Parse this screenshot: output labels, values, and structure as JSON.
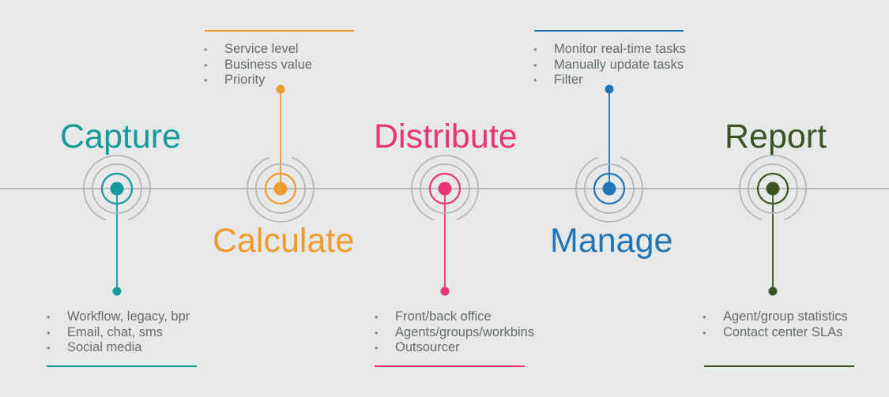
{
  "colors": {
    "background": "#e7e8e8",
    "timeline": "#a8aaac",
    "ring": "#b3b5b7",
    "text": "#666a6d",
    "capture": "#159a9c",
    "calculate": "#ef9a2c",
    "distribute": "#e83577",
    "manage": "#2274b4",
    "report": "#3a5424"
  },
  "stages": [
    {
      "key": "capture",
      "title": "Capture",
      "color": "#159a9c",
      "bullets": [
        "Workflow, legacy, bpr",
        "Email, chat, sms",
        "Social media"
      ]
    },
    {
      "key": "calculate",
      "title": "Calculate",
      "color": "#ef9a2c",
      "bullets": [
        "Service level",
        "Business value",
        "Priority"
      ]
    },
    {
      "key": "distribute",
      "title": "Distribute",
      "color": "#e83577",
      "bullets": [
        "Front/back office",
        "Agents/groups/workbins",
        "Outsourcer"
      ]
    },
    {
      "key": "manage",
      "title": "Manage",
      "color": "#2274b4",
      "bullets": [
        "Monitor real-time tasks",
        "Manually update tasks",
        "Filter"
      ]
    },
    {
      "key": "report",
      "title": "Report",
      "color": "#3a5424",
      "bullets": [
        "Agent/group statistics",
        "Contact center SLAs"
      ]
    }
  ]
}
